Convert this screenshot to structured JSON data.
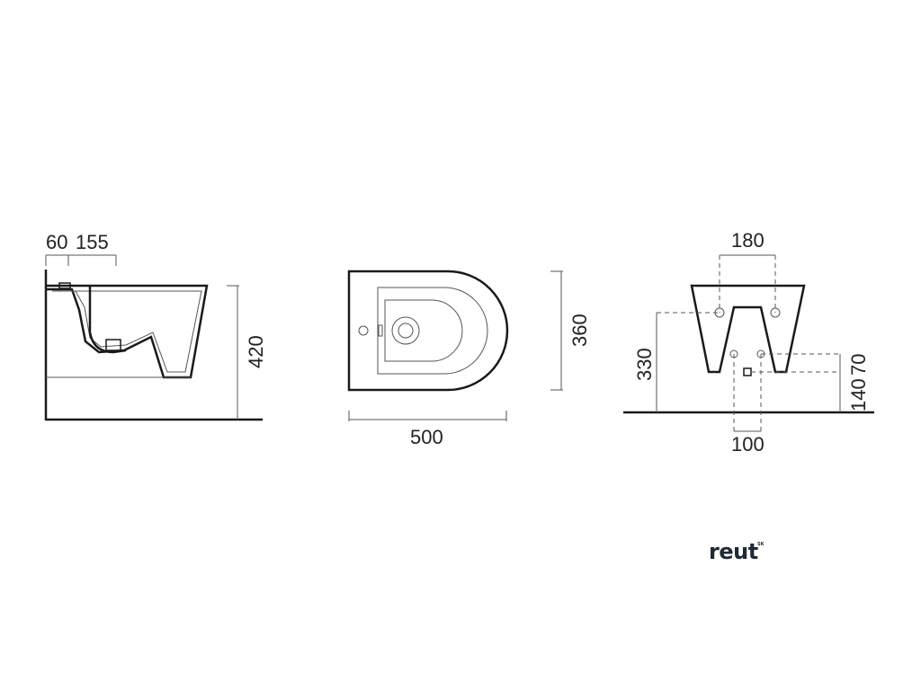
{
  "side_view": {
    "dim_top_left": "60",
    "dim_top_right": "155",
    "dim_height": "420"
  },
  "top_view": {
    "dim_width": "500",
    "dim_depth": "360"
  },
  "back_view": {
    "dim_fixing_spacing": "180",
    "dim_fixing_height": "330",
    "dim_supply_spacing": "100",
    "dim_supply_offset": "70",
    "dim_waste_height": "140"
  },
  "brand": {
    "name": "reut",
    "superscript": "SK"
  }
}
